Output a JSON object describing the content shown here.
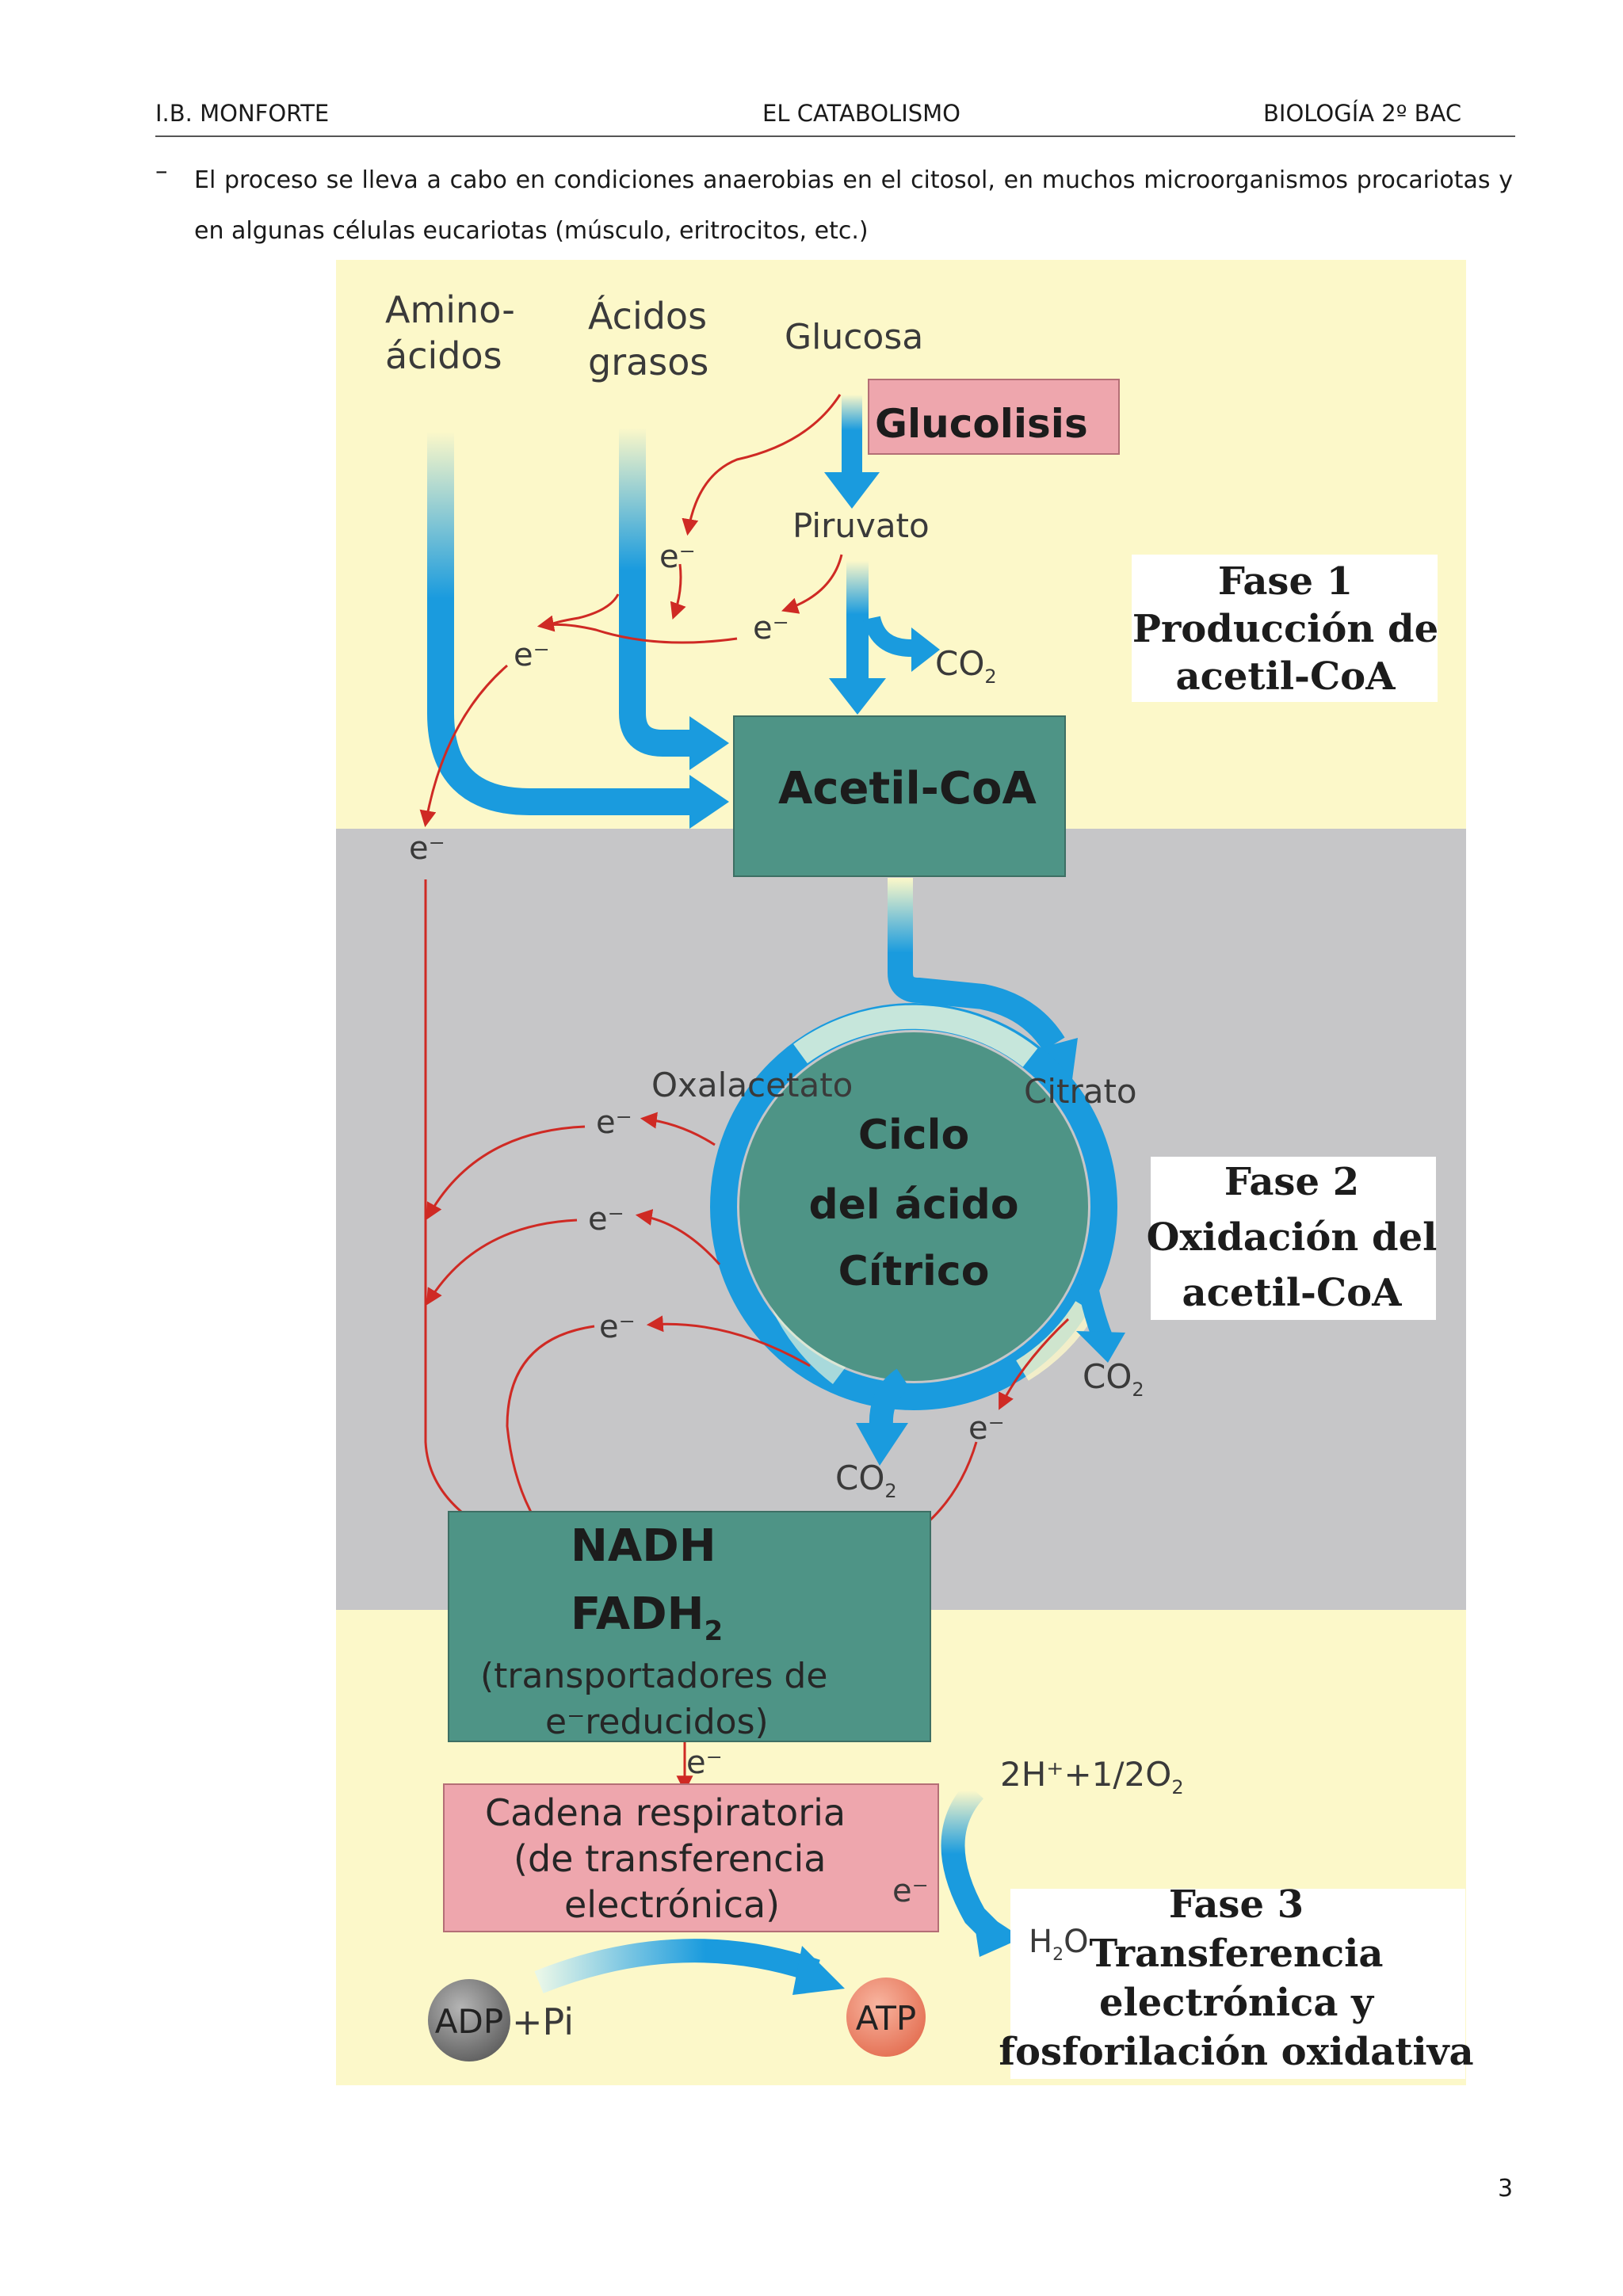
{
  "header": {
    "left": "I.B. MONFORTE",
    "center": "EL CATABOLISMO",
    "right": "BIOLOGÍA 2º BAC"
  },
  "intro": {
    "bullet": "–",
    "text": "El proceso se lleva a cabo en condiciones anaerobias en el citosol, en muchos microorganismos procariotas y en algunas células eucariotas (músculo, eritrocitos, etc.)"
  },
  "diagram": {
    "inputs": {
      "aminoacids_1": "Amino-",
      "aminoacids_2": "ácidos",
      "fatty_1": "Ácidos",
      "fatty_2": "grasos",
      "glucose": "Glucosa"
    },
    "glycolysis": "Glucolisis",
    "pyruvate": "Piruvato",
    "acetyl": "Acetil-CoA",
    "electron": "e⁻",
    "co2": "CO",
    "co2_sub": "2",
    "oxaloacetate": "Oxalacetato",
    "citrate": "Citrato",
    "cycle_1": "Ciclo",
    "cycle_2": "del ácido",
    "cycle_3": "Cítrico",
    "carriers": {
      "nadh": "NADH",
      "fadh": "FADH",
      "fadh_sub": "2",
      "desc_1": "(transportadores de",
      "desc_2": "e⁻reducidos)"
    },
    "chain_1": "Cadena respiratoria",
    "chain_2": "(de transferencia",
    "chain_3": "electrónica)",
    "oxygen": "2H⁺+1/2O",
    "oxygen_sub": "2",
    "water_h": "H",
    "water_sub": "2",
    "water_o": "O",
    "adp": "ADP",
    "pi": "+Pi",
    "atp": "ATP",
    "phase1": [
      "Fase 1",
      "Producción de",
      "acetil-CoA"
    ],
    "phase2": [
      "Fase 2",
      "Oxidación del",
      "acetil-CoA"
    ],
    "phase3": [
      "Fase 3",
      "Transferencia",
      "electrónica y",
      "fosforilación oxidativa"
    ]
  },
  "colors": {
    "zone_yellow": "#fcf8c9",
    "zone_gray": "#c6c6c8",
    "box_teal": "#4e9486",
    "box_pink": "#eea6ad",
    "arrow_blue": "#1a9bde",
    "arrow_red": "#cf2a24"
  },
  "page_number": "3"
}
